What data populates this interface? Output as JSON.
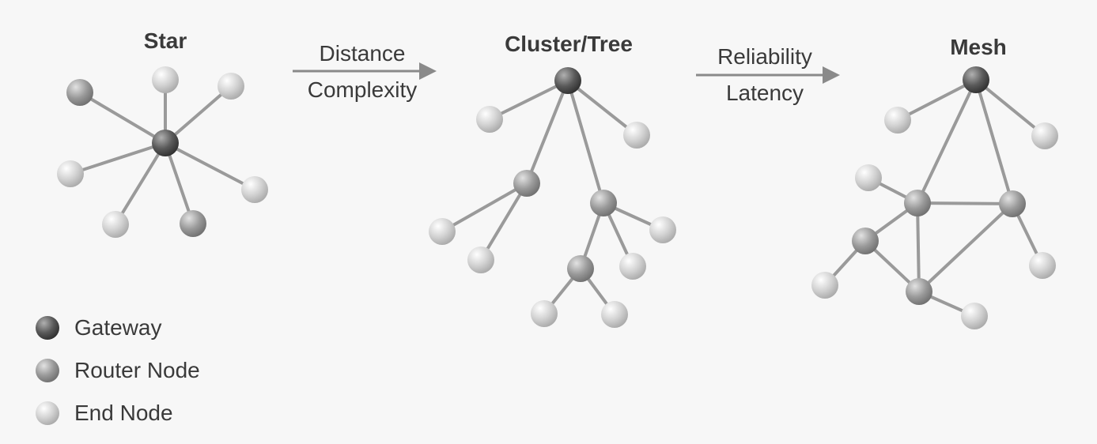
{
  "colors": {
    "gateway": "#4f4f4f",
    "router": "#8e8e8e",
    "end": "#cfcfcf",
    "edge": "#9a9a9a",
    "arrow": "#8a8a8a",
    "text": "#3a3a3a"
  },
  "topologies": [
    {
      "id": "star",
      "title": "Star"
    },
    {
      "id": "cluster-tree",
      "title": "Cluster/Tree"
    },
    {
      "id": "mesh",
      "title": "Mesh"
    }
  ],
  "transitions": [
    {
      "id": "star-to-tree",
      "top_label": "Distance",
      "bottom_label": "Complexity"
    },
    {
      "id": "tree-to-mesh",
      "top_label": "Reliability",
      "bottom_label": "Latency"
    }
  ],
  "legend": [
    {
      "type": "gateway",
      "label": "Gateway"
    },
    {
      "type": "router",
      "label": "Router Node"
    },
    {
      "type": "end",
      "label": "End Node"
    }
  ]
}
